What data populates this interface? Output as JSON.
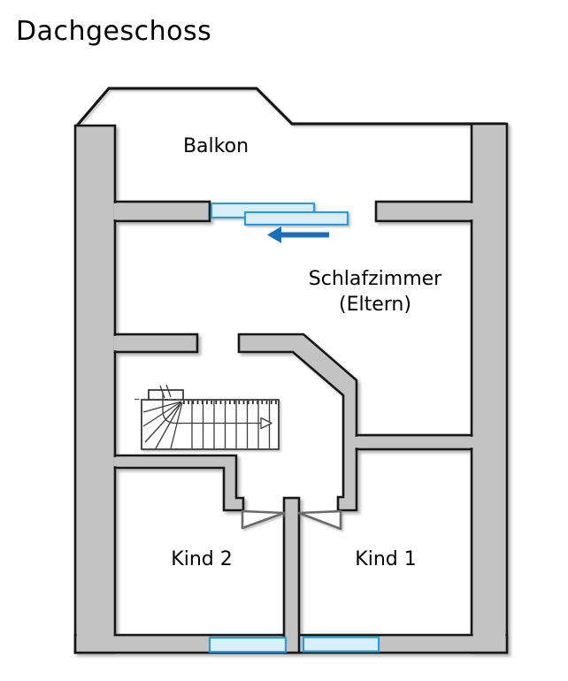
{
  "title": "Dachgeschoss",
  "rooms": {
    "balkon": "Balkon",
    "schlafzimmer_line1": "Schlafzimmer",
    "schlafzimmer_line2": "(Eltern)",
    "kind2": "Kind 2",
    "kind1": "Kind 1"
  },
  "icons": {
    "slide_direction_arrow": "left-arrow",
    "stair_walk_arrow": "right-arrow",
    "stair_break_mark": "double-slash"
  },
  "colors": {
    "wall": "#c3c3c3",
    "outline": "#141414",
    "window_fill": "#daeef8",
    "window_border": "#2e9bd5",
    "arrow": "#1c6fb6",
    "door_swing": "#6b6b6b",
    "stair_line": "#3c3c3c",
    "text": "#000000",
    "background": "#ffffff"
  }
}
